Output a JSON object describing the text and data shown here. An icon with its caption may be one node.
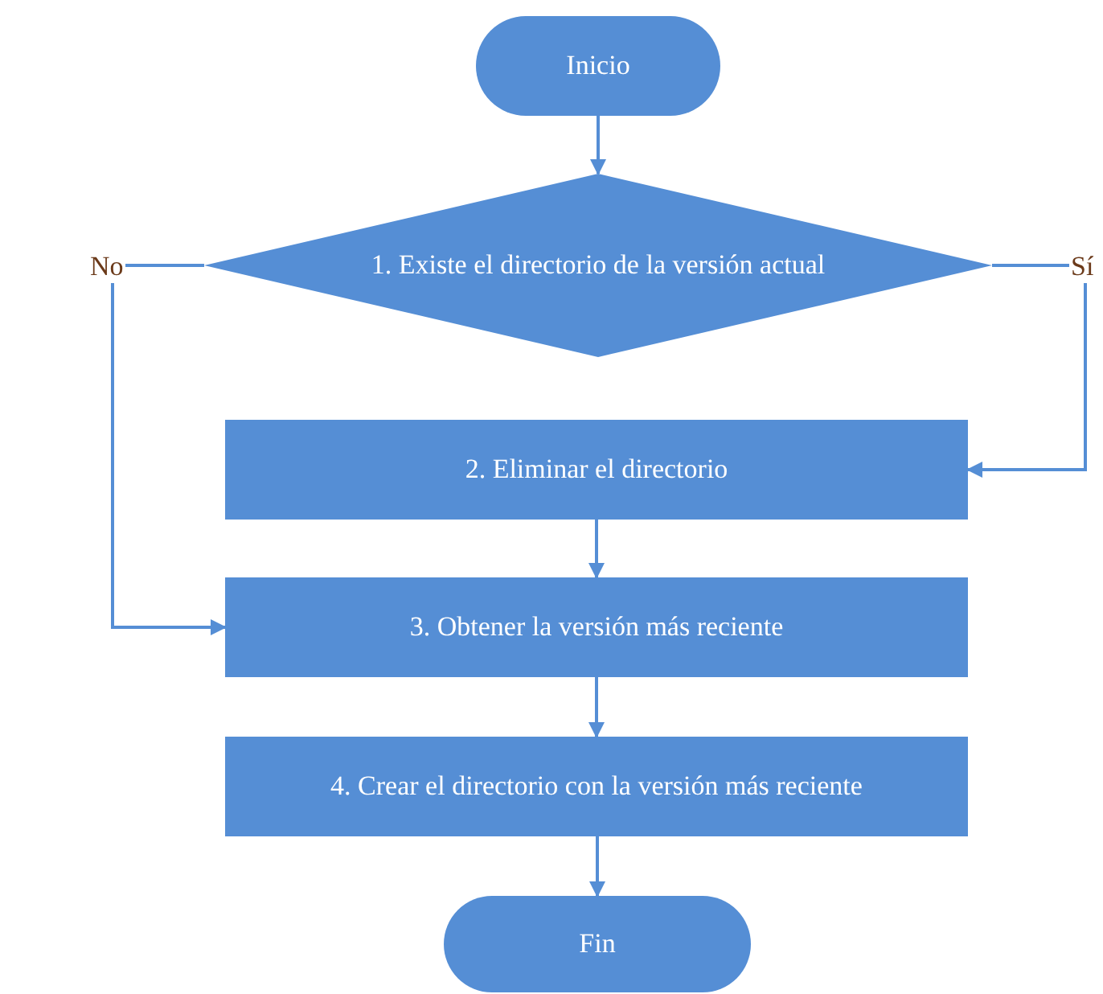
{
  "diagram": {
    "nodes": [
      {
        "text": [
          "Inicio"
        ]
      },
      {
        "text": [
          "1. Existe el directorio de la versión actual"
        ]
      },
      {
        "text": [
          "2. Eliminar el directorio"
        ]
      },
      {
        "text": [
          "3. Obtener la versión más reciente"
        ]
      },
      {
        "text": [
          "4. Crear el directorio con la versión más reciente"
        ]
      },
      {
        "text": [
          "Fin"
        ]
      }
    ],
    "edges": [
      {
        "from": 0,
        "to": 1,
        "arrow": "to"
      },
      {
        "from": 1,
        "to": 3,
        "arrow": "to",
        "label": "No"
      },
      {
        "from": 1,
        "to": 2,
        "arrow": "to",
        "label": "Sí"
      },
      {
        "from": 2,
        "to": 3,
        "arrow": "to"
      },
      {
        "from": 3,
        "to": 4,
        "arrow": "to"
      },
      {
        "from": 4,
        "to": 5,
        "arrow": "to"
      }
    ]
  }
}
